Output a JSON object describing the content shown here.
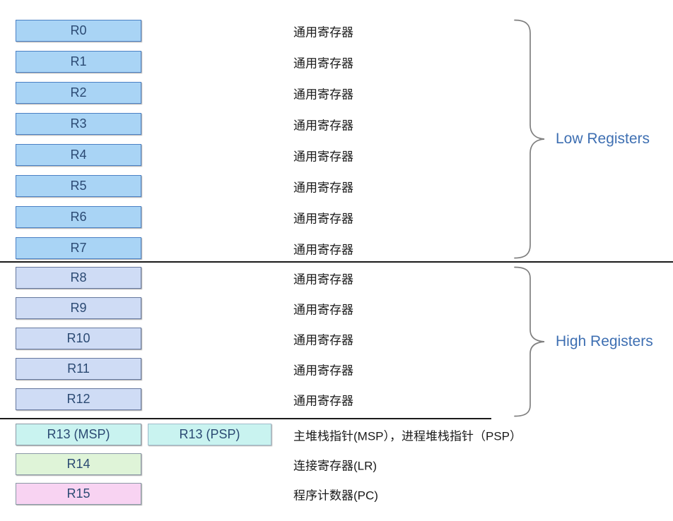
{
  "registers": {
    "low": [
      {
        "name": "R0",
        "desc": "通用寄存器"
      },
      {
        "name": "R1",
        "desc": "通用寄存器"
      },
      {
        "name": "R2",
        "desc": "通用寄存器"
      },
      {
        "name": "R3",
        "desc": "通用寄存器"
      },
      {
        "name": "R4",
        "desc": "通用寄存器"
      },
      {
        "name": "R5",
        "desc": "通用寄存器"
      },
      {
        "name": "R6",
        "desc": "通用寄存器"
      },
      {
        "name": "R7",
        "desc": "通用寄存器"
      }
    ],
    "high": [
      {
        "name": "R8",
        "desc": "通用寄存器"
      },
      {
        "name": "R9",
        "desc": "通用寄存器"
      },
      {
        "name": "R10",
        "desc": "通用寄存器"
      },
      {
        "name": "R11",
        "desc": "通用寄存器"
      },
      {
        "name": "R12",
        "desc": "通用寄存器"
      }
    ],
    "special": [
      {
        "name": "R13 (MSP)",
        "name2": "R13 (PSP)",
        "desc": "主堆栈指针(MSP），进程堆栈指针（PSP）"
      },
      {
        "name": "R14",
        "desc": "连接寄存器(LR)"
      },
      {
        "name": "R15",
        "desc": "程序计数器(PC)"
      }
    ]
  },
  "braces": {
    "low_label": "Low Registers",
    "high_label": "High Registers"
  },
  "palette": {
    "low_fill": "#A9D4F5",
    "low_border": "#4A80C4",
    "high_fill": "#CFDCF5",
    "high_border": "#64779E",
    "msp_fill": "#C9F3F0",
    "msp_border": "#8A99A6",
    "psp_fill": "#C9F3F0",
    "psp_border": "#9FBCCB",
    "r14_fill": "#DFF4D8",
    "r14_border": "#8A99A6",
    "r15_fill": "#F8D3F2",
    "r15_border": "#8A99A6",
    "register_text": "#2B4A73",
    "desc_text": "#1A1A1A",
    "brace_label": "#3E6FB2",
    "brace_stroke": "#7F7F7F",
    "divider": "#1A1A1A"
  }
}
